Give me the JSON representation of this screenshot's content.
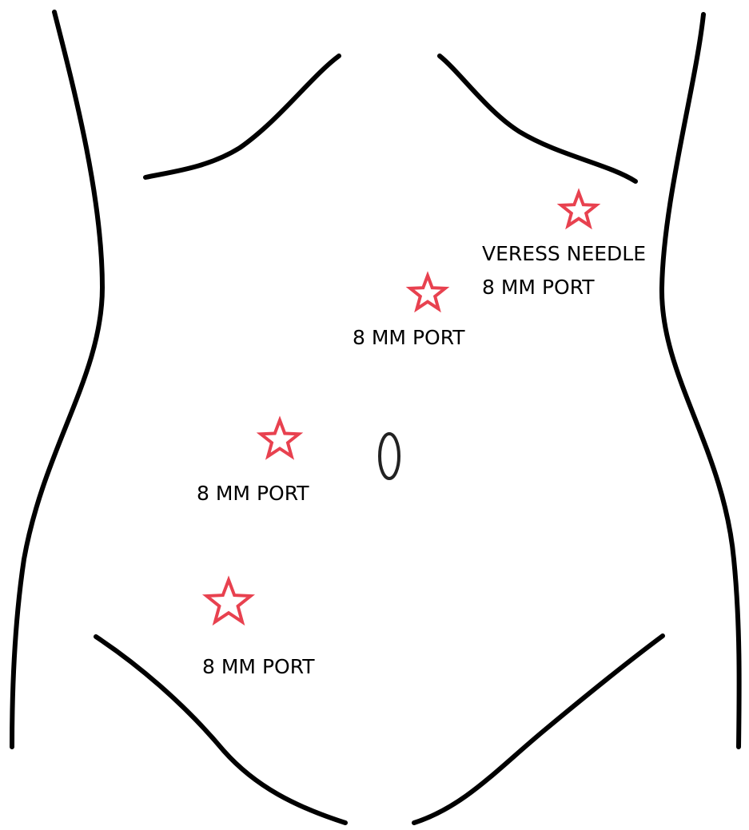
{
  "colors": {
    "outline": "#000000",
    "port_marker": "#e8414f"
  },
  "markers": [
    {
      "id": "veress-star",
      "shape": "star-outline",
      "labels": [
        "VERESS NEEDLE",
        "8 MM PORT"
      ]
    },
    {
      "id": "upper-star",
      "shape": "star-outline",
      "labels": [
        "8 MM PORT"
      ]
    },
    {
      "id": "mid-star",
      "shape": "star-outline",
      "labels": [
        "8 MM PORT"
      ]
    },
    {
      "id": "lower-star",
      "shape": "star-outline",
      "labels": [
        "8 MM PORT"
      ]
    }
  ],
  "labels": {
    "veress_needle": "VERESS NEEDLE",
    "veress_port": "8 MM PORT",
    "upper_port": "8 MM PORT",
    "mid_port": "8 MM PORT",
    "lower_port": "8 MM PORT"
  }
}
